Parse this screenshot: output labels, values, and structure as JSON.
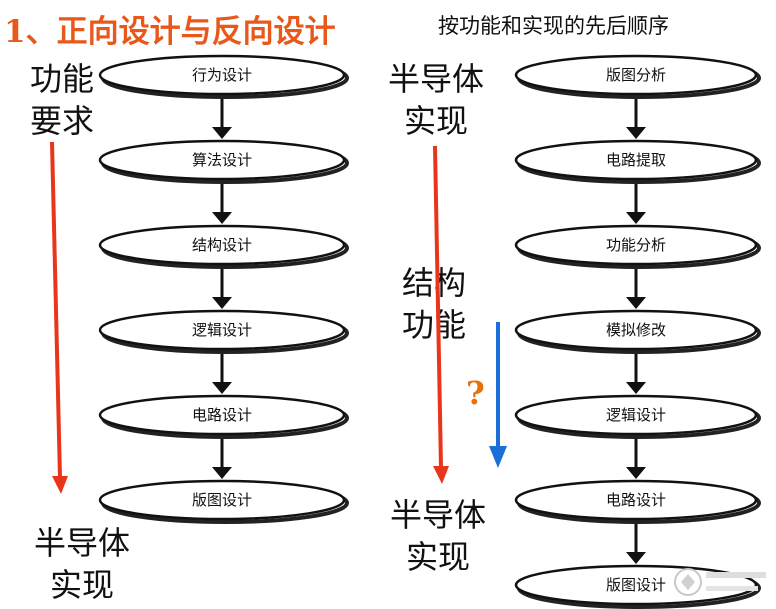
{
  "title": "1、正向设计与反向设计",
  "subtitle": "按功能和实现的先后顺序",
  "left_top_label": [
    "功能",
    "要求"
  ],
  "left_bottom_label": [
    "半导体",
    "实现"
  ],
  "middle_top_label": [
    "半导体",
    "实现"
  ],
  "middle_mid_label": [
    "结构",
    "功能"
  ],
  "middle_bottom_label": [
    "半导体",
    "实现"
  ],
  "question_mark": "?",
  "forward_steps": [
    "行为设计",
    "算法设计",
    "结构设计",
    "逻辑设计",
    "电路设计",
    "版图设计"
  ],
  "reverse_steps": [
    "版图分析",
    "电路提取",
    "功能分析",
    "模拟修改",
    "逻辑设计",
    "电路设计",
    "版图设计"
  ],
  "colors": {
    "title": "#e8581a",
    "red_arrow": "#e8361a",
    "blue_arrow": "#1a6fd8",
    "question": "#e8700a"
  }
}
